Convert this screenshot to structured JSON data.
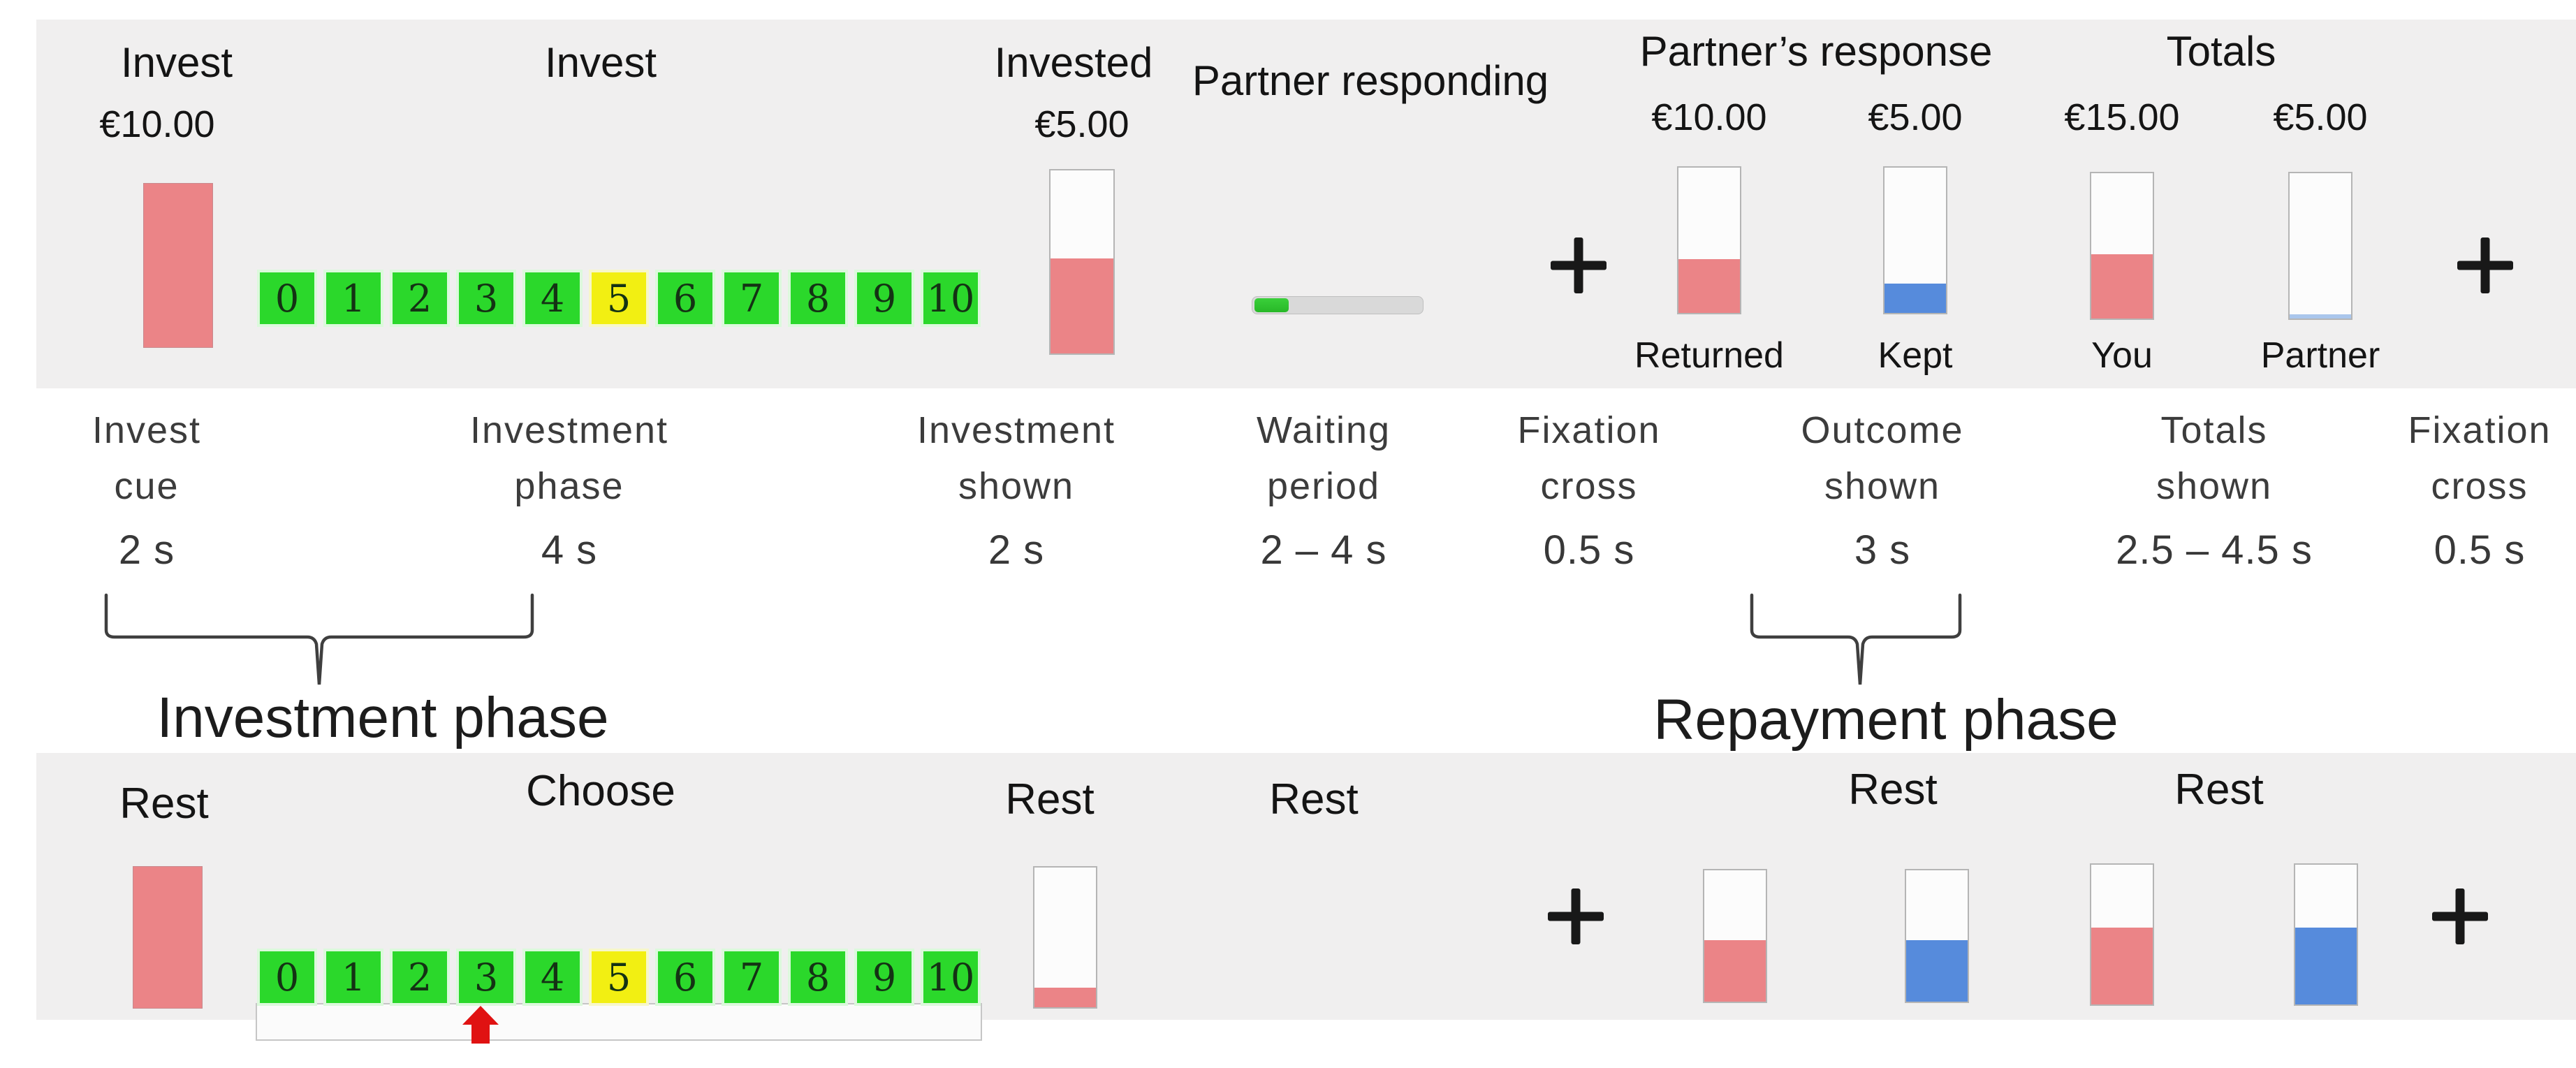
{
  "colors": {
    "panel-bg": "#f0efef",
    "pink": "#eb8487",
    "pink-border": "#c9898d",
    "blue": "#568bdc",
    "blue-light": "#aac6ec",
    "green": "#2bd82b",
    "green-halo": "#dcf9dc",
    "yellow": "#f2ef12",
    "yellow-halo": "#f7f7c9",
    "progress-track": "#d9d9d9",
    "progress-border": "#bfbfbf",
    "progress-green": "#3ad03a",
    "bar-bg": "#fcfcfc",
    "bar-border": "#b5b5b5",
    "arrow-red": "#e01212",
    "brace": "#3f3f3f",
    "text-black": "#141414",
    "text-gray": "#3c3c3c"
  },
  "icons": {
    "fixation_cross": "+",
    "choice_marker": "↑"
  },
  "scale": {
    "values": [
      "0",
      "1",
      "2",
      "3",
      "4",
      "5",
      "6",
      "7",
      "8",
      "9",
      "10"
    ],
    "highlight_index": 5
  },
  "top_row": {
    "invest_cue": {
      "title": "Invest",
      "amount": "€10.00",
      "fill_pct": 100
    },
    "investment": {
      "title": "Invest"
    },
    "invested": {
      "title": "Invested",
      "amount": "€5.00",
      "fill_pct": 52
    },
    "waiting": {
      "title": "Partner responding",
      "progress_pct": 20
    },
    "partners_response": {
      "title": "Partner’s response",
      "returned": {
        "amount": "€10.00",
        "label": "Returned",
        "fill_pct": 37
      },
      "kept": {
        "amount": "€5.00",
        "label": "Kept",
        "fill_pct": 20
      }
    },
    "totals": {
      "title": "Totals",
      "you": {
        "amount": "€15.00",
        "label": "You",
        "fill_pct": 44
      },
      "partner": {
        "amount": "€5.00",
        "label": "Partner",
        "fill_pct": 3
      }
    }
  },
  "timeline": [
    {
      "line1": "Invest",
      "line2": "cue",
      "duration": "2 s"
    },
    {
      "line1": "Investment",
      "line2": "phase",
      "duration": "4 s"
    },
    {
      "line1": "Investment",
      "line2": "shown",
      "duration": "2 s"
    },
    {
      "line1": "Waiting",
      "line2": "period",
      "duration": "2 – 4 s"
    },
    {
      "line1": "Fixation",
      "line2": "cross",
      "duration": "0.5 s"
    },
    {
      "line1": "Outcome",
      "line2": "shown",
      "duration": "3 s"
    },
    {
      "line1": "Totals",
      "line2": "shown",
      "duration": "2.5 – 4.5 s"
    },
    {
      "line1": "Fixation",
      "line2": "cross",
      "duration": "0.5 s"
    }
  ],
  "phases": {
    "investment": "Investment phase",
    "repayment": "Repayment phase"
  },
  "bottom_row": {
    "rest1": {
      "title": "Rest",
      "fill_pct": 100
    },
    "choose": {
      "title": "Choose",
      "selected_value": "3"
    },
    "rest2": {
      "title": "Rest",
      "fill_pct": 14
    },
    "rest3": {
      "title": "Rest"
    },
    "rest4": {
      "title": "Rest",
      "pink_fill_pct": 47,
      "blue_fill_pct": 47
    },
    "rest5": {
      "title": "Rest",
      "pink_fill_pct": 55,
      "blue_fill_pct": 55
    }
  }
}
